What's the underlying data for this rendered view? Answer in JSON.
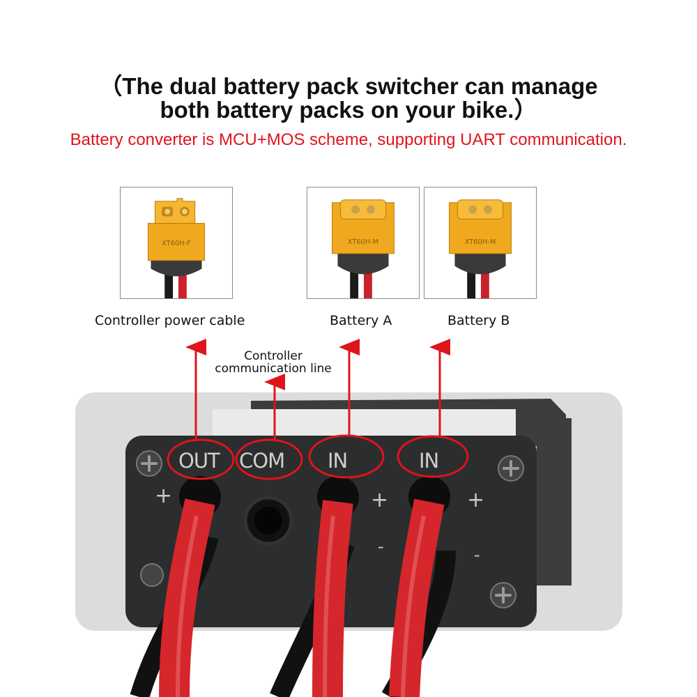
{
  "heading": {
    "line1": "（The dual battery pack switcher can manage",
    "line2": "both battery packs on your bike.）",
    "subtitle": "Battery converter is MCU+MOS scheme, supporting UART communication."
  },
  "connectors": [
    {
      "caption": "Controller power cable",
      "type": "female",
      "cable_label": "XT60H-F"
    },
    {
      "caption": "Battery  A",
      "type": "male",
      "cable_label": "XT60H-M"
    },
    {
      "caption": "Battery  B",
      "type": "male",
      "cable_label": "XT60H-M"
    }
  ],
  "comm_label": {
    "line1": "Controller",
    "line2": "communication line"
  },
  "ports": {
    "out": "OUT",
    "com": "COM",
    "in1": "IN",
    "in2": "IN"
  },
  "polarity": {
    "plus": "+",
    "minus": "-"
  },
  "colors": {
    "arrow": "#e0141b",
    "subtitle": "#e0141b",
    "connector": "#f0a91e",
    "wire_red": "#d4262b",
    "housing": "#2b2d2f"
  }
}
